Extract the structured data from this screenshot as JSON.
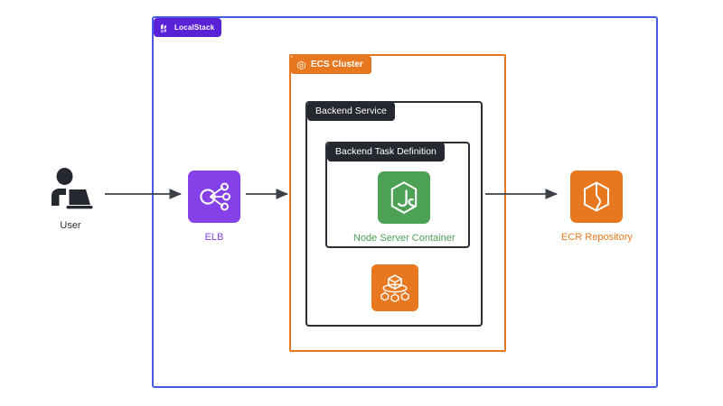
{
  "diagram": {
    "title": "LocalStack ECS architecture diagram",
    "background": "#ffffff",
    "colors": {
      "localstack_purple": "#5a22d6",
      "boundary_blue": "#4a5ae8",
      "ecs_orange": "#e8781f",
      "dark_badge": "#25282e",
      "elb_purple": "#8540e8",
      "node_green": "#4ca154",
      "arrow_gray": "#3c4049",
      "user_dark": "#2b2f36"
    }
  },
  "boundaries": {
    "localstack": {
      "badge_label": "LocalStack",
      "badge_icon": "localstack-logo-icon",
      "border_color": "#4a5ae8"
    },
    "ecs_cluster": {
      "badge_label": "ECS Cluster",
      "badge_icon": "ecs-cluster-hexagon-icon",
      "border_color": "#e8781f"
    },
    "backend_service": {
      "badge_label": "Backend Service",
      "border_color": "#25282e"
    },
    "backend_task_definition": {
      "badge_label": "Backend Task Definition",
      "border_color": "#25282e"
    }
  },
  "nodes": [
    {
      "id": "user",
      "label": "User",
      "icon": "user-at-laptop-icon",
      "label_color": "#2b2f36"
    },
    {
      "id": "elb",
      "label": "ELB",
      "icon": "elastic-load-balancer-icon",
      "tile_color": "#8540e8",
      "label_color": "#8540e8"
    },
    {
      "id": "node-server-container",
      "label": "Node Server Container",
      "icon": "nodejs-js-hexagon-icon",
      "tile_color": "#4ca154",
      "label_color": "#4ca154"
    },
    {
      "id": "ecs-task",
      "label": "",
      "icon": "ecs-task-container-icon",
      "tile_color": "#e8781f",
      "label_color": "#e8781f"
    },
    {
      "id": "ecr-repository",
      "label": "ECR Repository",
      "icon": "ecr-repository-cube-icon",
      "tile_color": "#e8781f",
      "label_color": "#e8781f"
    }
  ],
  "connections": [
    {
      "id": "user-to-elb",
      "from": "user",
      "to": "elb",
      "direction": "right"
    },
    {
      "id": "elb-to-ecs-cluster",
      "from": "elb",
      "to": "ecs_cluster",
      "direction": "right"
    },
    {
      "id": "service-to-ecr",
      "from": "backend_service",
      "to": "ecr-repository",
      "direction": "right"
    }
  ]
}
